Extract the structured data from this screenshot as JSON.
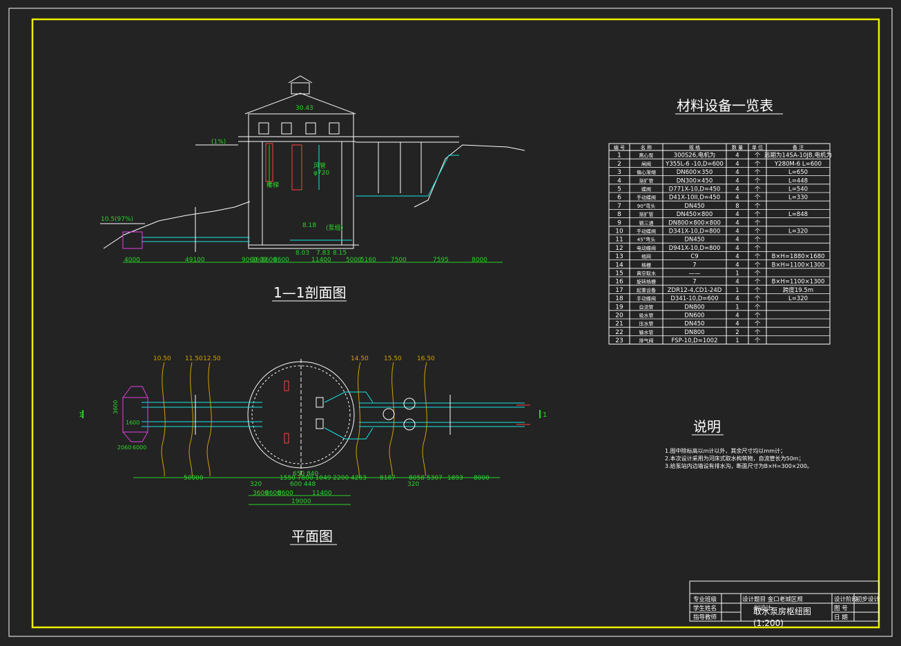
{
  "titles": {
    "section": "1—1剖面图",
    "plan": "平面图",
    "table": "材料设备一览表",
    "notes": "说明"
  },
  "section_labels": {
    "roof_elev": "30.43",
    "slope": "(1%)",
    "left_elev": "10.5(97%)",
    "el1": "8.18",
    "el2": "8.03",
    "el3": "7.83",
    "el4": "8.15",
    "vent": "风管",
    "vent_d": "φ720",
    "pump_label": "(泵组)",
    "stair": "楼梯"
  },
  "section_dims": [
    "4000",
    "49100",
    "9060",
    "3600",
    "8600",
    "8600",
    "11400",
    "5000",
    "5160",
    "7500",
    "7595",
    "8000"
  ],
  "plan_elev": [
    "10.50",
    "11.50",
    "12.50",
    "14.50",
    "15.50",
    "16.50"
  ],
  "plan_dims_row1": [
    "50000",
    "1550",
    "7800",
    "1049",
    "2200",
    "4263",
    "8187",
    "8058",
    "5307",
    "1893",
    "8000"
  ],
  "plan_dims_row1_text": "1550 7800 1049 2200 4263",
  "plan_small": [
    "320",
    "600 448",
    "320",
    "650 840"
  ],
  "plan_dims_row2": [
    "3600",
    "8600",
    "8600",
    "11400"
  ],
  "plan_total": "19000",
  "plan_left": [
    "2060",
    "6000",
    "3600",
    "1600"
  ],
  "section_markers": [
    "1",
    "1"
  ],
  "table": {
    "headers": [
      "编 号",
      "名 称",
      "规 格",
      "数 量",
      "单 位",
      "备 注"
    ],
    "rows": [
      [
        "1",
        "离心泵",
        "300S26,电机为",
        "4",
        "个",
        "远期为14SA-10JB,电机为"
      ],
      [
        "2",
        "闸阀",
        "Y355L-6 -10,D=600",
        "4",
        "个",
        "Y280M-6  L=600"
      ],
      [
        "3",
        "偏心渐缩",
        "DN600×350",
        "4",
        "个",
        "L=650"
      ],
      [
        "4",
        "渐扩管",
        "DN300×450",
        "4",
        "个",
        "L=448"
      ],
      [
        "5",
        "蝶阀",
        "D771X-10,D=450",
        "4",
        "个",
        "L=540"
      ],
      [
        "6",
        "手动蝶阀",
        "D41X-10II,D=450",
        "4",
        "个",
        "L=330"
      ],
      [
        "7",
        "90°弯头",
        "DN450",
        "8",
        "个",
        ""
      ],
      [
        "8",
        "渐扩管",
        "DN450×800",
        "4",
        "个",
        "L=848"
      ],
      [
        "9",
        "钢三通",
        "DN800×800×800",
        "4",
        "个",
        ""
      ],
      [
        "10",
        "手动蝶阀",
        "D341X-10,D=800",
        "4",
        "个",
        "L=320"
      ],
      [
        "11",
        "45°弯头",
        "DN450",
        "4",
        "个",
        ""
      ],
      [
        "12",
        "电动蝶阀",
        "D941X-10,D=800",
        "4",
        "个",
        ""
      ],
      [
        "13",
        "格网",
        "C9",
        "4",
        "个",
        "B×H=1880×1680"
      ],
      [
        "14",
        "格栅",
        "7",
        "4",
        "个",
        "B×H=1100×1300"
      ],
      [
        "15",
        "真空取水",
        "——",
        "1",
        "个",
        ""
      ],
      [
        "16",
        "旋转格栅",
        "7",
        "4",
        "个",
        "B×H=1100×1300"
      ],
      [
        "17",
        "起重设备",
        "ZDR12-4,CD1-24D",
        "1",
        "个",
        "跨度19.5m"
      ],
      [
        "18",
        "手动蝶阀",
        "D341-10,D=600",
        "4",
        "个",
        "L=320"
      ],
      [
        "19",
        "自流管",
        "DN800",
        "1",
        "个",
        ""
      ],
      [
        "20",
        "吸水管",
        "DN600",
        "4",
        "个",
        ""
      ],
      [
        "21",
        "压水管",
        "DN450",
        "4",
        "个",
        ""
      ],
      [
        "22",
        "输水管",
        "DN800",
        "2",
        "个",
        ""
      ],
      [
        "23",
        "排气阀",
        "FSP-10,D=1002",
        "1",
        "个",
        ""
      ]
    ]
  },
  "notes": [
    "1.图中除标高以m计以外，其余尺寸均以mm计；",
    "2.本次设计采用为河床式取水构筑物，自流管长为50m；",
    "3.给泵站内边墙设有排水沟，断面尺寸为B×H=300×200。"
  ],
  "title_block": {
    "r1c1": "专业班级",
    "r1c2": "设计题目  金口老城区规",
    "r1c3": "设计阶段",
    "r1c4": "初步设计",
    "r2c1": "学生姓名",
    "r2c2": "划设计",
    "r2c3": "图  号",
    "r3c1": "指导教师",
    "r3c3": "日  期",
    "drawing_title": "取水泵房枢纽图",
    "scale": "(1:200)"
  },
  "colors": {
    "background": "#232323",
    "frame": "#f0f000",
    "border": "#ffffff",
    "pipe": "#19e6e6",
    "dim": "#2ad62a",
    "contour": "#d6a000",
    "red": "#ff4040",
    "magenta": "#e040e0",
    "text": "#ffffff"
  }
}
